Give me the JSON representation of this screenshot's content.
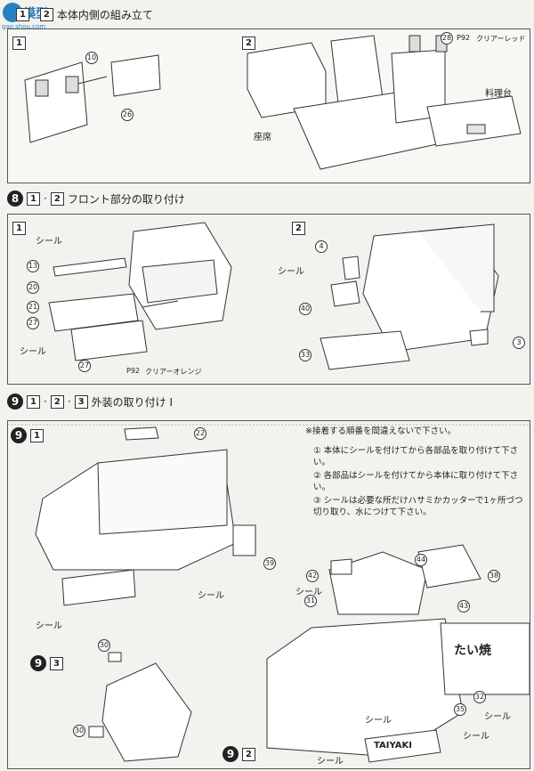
{
  "watermark": {
    "text": "模型",
    "url": "gao.shou.com"
  },
  "step7": {
    "num1": "1",
    "sep": "·",
    "num2": "2",
    "title": "本体内側の組み立て"
  },
  "step8": {
    "circle": "8",
    "num1": "1",
    "sep": "·",
    "num2": "2",
    "title": "フロント部分の取り付け"
  },
  "step9": {
    "circle": "9",
    "num1": "1",
    "sep1": "·",
    "num2": "2",
    "sep2": "·",
    "num3": "3",
    "title": "外装の取り付け Ⅰ"
  },
  "panelA": {
    "sub": "1",
    "parts": [
      "10",
      "26"
    ]
  },
  "panelB": {
    "sub": "2",
    "parts": [
      "28"
    ],
    "part_badge": "P",
    "part_badge_num": "92",
    "color_note": "クリアーレッド",
    "label_seat": "座席",
    "label_kitchen": "料理台"
  },
  "panelC": {
    "sub": "1",
    "seal": "シール",
    "seal2": "シール",
    "parts": [
      "13",
      "20",
      "21",
      "27",
      "27"
    ],
    "badge": "P",
    "badge_num": "92",
    "color_note": "クリアーオレンジ"
  },
  "panelD": {
    "sub": "2",
    "seal": "シール",
    "parts": [
      "4",
      "40",
      "33",
      "3"
    ]
  },
  "panelE": {
    "circle": "9",
    "sub": "1",
    "parts": [
      "22",
      "39"
    ],
    "seal1": "シール",
    "seal2": "シール"
  },
  "notes": {
    "intro": "※接着する順番を間違えないで下さい。",
    "items": [
      {
        "num": "①",
        "text": "本体にシールを付けてから各部品を取り付けて下さい。"
      },
      {
        "num": "②",
        "text": "各部品はシールを付けてから本体に取り付けて下さい。"
      },
      {
        "num": "③",
        "text": "シールは必要な所だけハサミかカッターで1ヶ所づつ切り取り、水につけて下さい。"
      }
    ]
  },
  "panelF": {
    "parts": [
      "42",
      "44",
      "38",
      "31",
      "43",
      "32",
      "35"
    ],
    "seal1": "シール",
    "seal2": "シール",
    "seal3": "シール",
    "seal4": "シール",
    "seal5": "シール",
    "sign": "たい焼",
    "sign2": "TAIYAKI"
  },
  "panelG": {
    "circle": "9",
    "sub": "3",
    "parts": [
      "30",
      "30"
    ]
  },
  "panelH": {
    "circle": "9",
    "sub": "2"
  }
}
